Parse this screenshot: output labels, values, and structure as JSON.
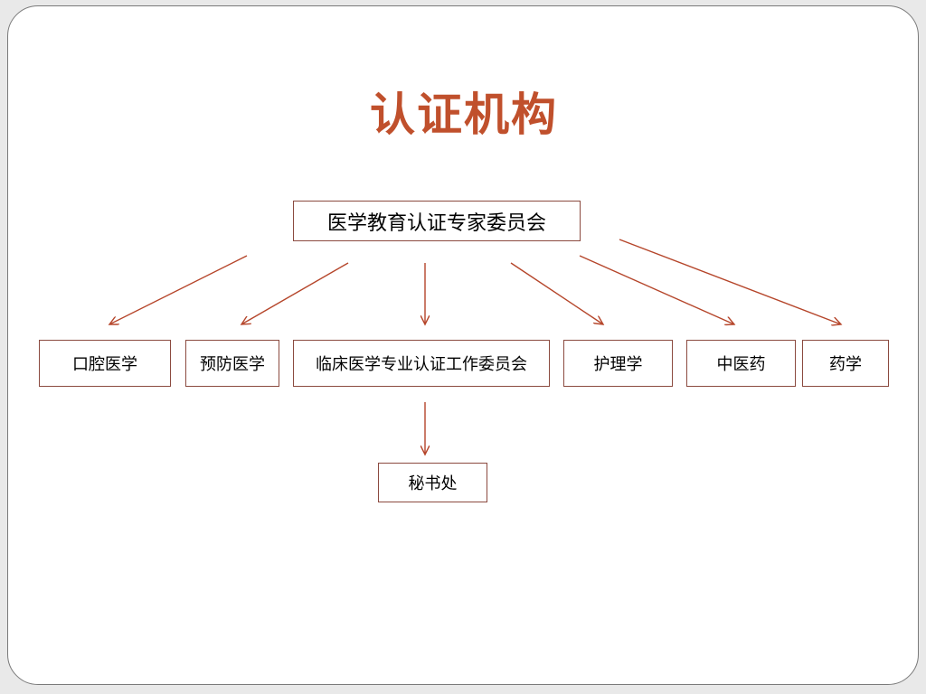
{
  "title": "认证机构",
  "colors": {
    "title": "#c0502c",
    "arrow": "#b5452a",
    "box_border": "#8b4a3f"
  },
  "root": {
    "label": "医学教育认证专家委员会"
  },
  "children": [
    {
      "label": "口腔医学"
    },
    {
      "label": "预防医学"
    },
    {
      "label": "临床医学专业认证工作委员会"
    },
    {
      "label": "护理学"
    },
    {
      "label": "中医药"
    },
    {
      "label": "药学"
    }
  ],
  "secretariat": {
    "label": "秘书处"
  }
}
